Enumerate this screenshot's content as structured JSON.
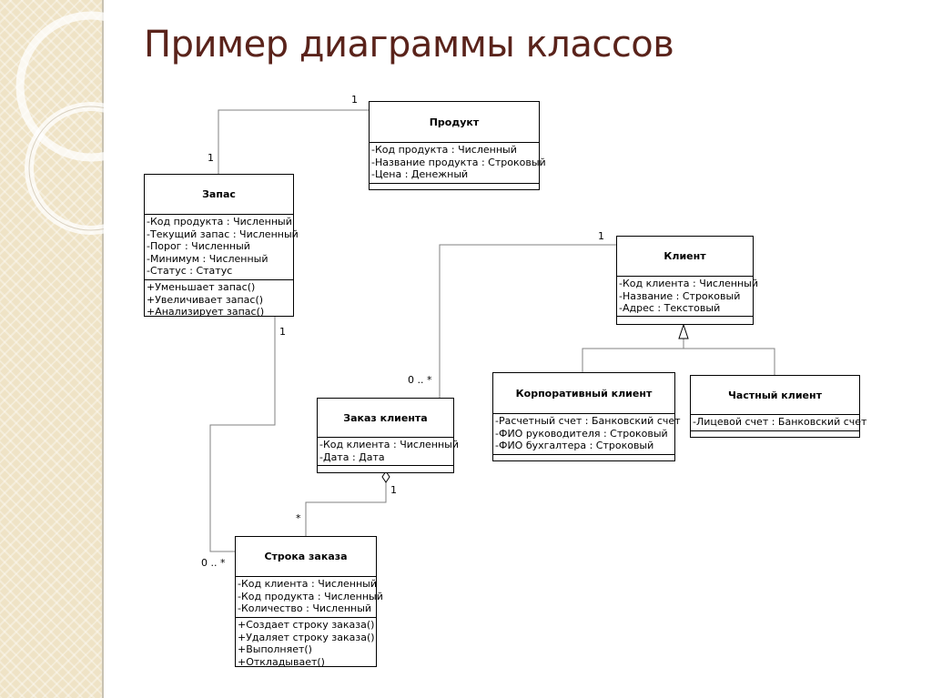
{
  "slide": {
    "title": "Пример диаграммы классов"
  },
  "colors": {
    "title": "#5a231b",
    "side_panel": "#efe3c6",
    "lines": "#808080"
  },
  "classes": {
    "product": {
      "name": "Продукт",
      "attributes": [
        "-Код продукта : Численный",
        "-Название продукта : Строковый",
        "-Цена : Денежный"
      ],
      "operations": []
    },
    "stock": {
      "name": "Запас",
      "attributes": [
        "-Код продукта : Численный",
        "-Текущий запас : Численный",
        "-Порог : Численный",
        "-Минимум : Численный",
        "-Статус : Статус"
      ],
      "operations": [
        "+Уменьшает запас()",
        "+Увеличивает запас()",
        "+Анализирует запас()"
      ]
    },
    "client": {
      "name": "Клиент",
      "attributes": [
        "-Код клиента : Численный",
        "-Название : Строковый",
        "-Адрес : Текстовый"
      ],
      "operations": []
    },
    "corporate_client": {
      "name": "Корпоративный клиент",
      "attributes": [
        "-Расчетный счет : Банковский счет",
        "-ФИО руководителя : Строковый",
        "-ФИО бухгалтера : Строковый"
      ]
    },
    "private_client": {
      "name": "Частный клиент",
      "attributes": [
        "-Лицевой счет : Банковский счет"
      ]
    },
    "order": {
      "name": "Заказ клиента",
      "attributes": [
        "-Код клиента : Численный",
        "-Дата : Дата"
      ],
      "operations": []
    },
    "order_line": {
      "name": "Строка заказа",
      "attributes": [
        "-Код клиента : Численный",
        "-Код продукта : Численный",
        "-Количество : Численный"
      ],
      "operations": [
        "+Создает строку заказа()",
        "+Удаляет строку заказа()",
        "+Выполняет()",
        "+Откладывает()"
      ]
    }
  },
  "associations": {
    "product_stock": {
      "product_end": "1",
      "stock_end": "1"
    },
    "client_order": {
      "client_end": "1",
      "order_end": "0 .. *"
    },
    "order_orderline": {
      "order_end": "1",
      "orderline_end": "*"
    },
    "stock_orderline": {
      "stock_end": "1",
      "orderline_end": "0 .. *"
    }
  }
}
